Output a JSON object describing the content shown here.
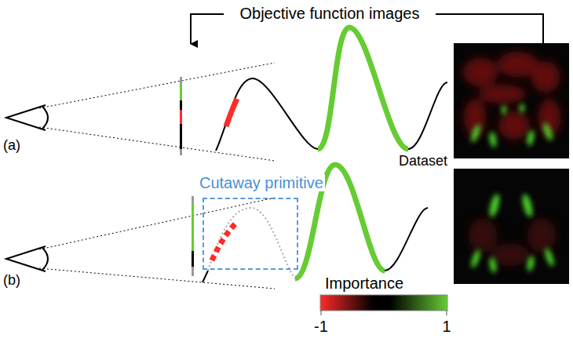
{
  "diagram": {
    "nodes": [
      {
        "text": [
          "Cutaway primitive"
        ]
      }
    ],
    "labels": [
      "Objective function images",
      "(a)",
      "(b)",
      "Dataset",
      "Importance",
      "-1",
      "1"
    ]
  }
}
